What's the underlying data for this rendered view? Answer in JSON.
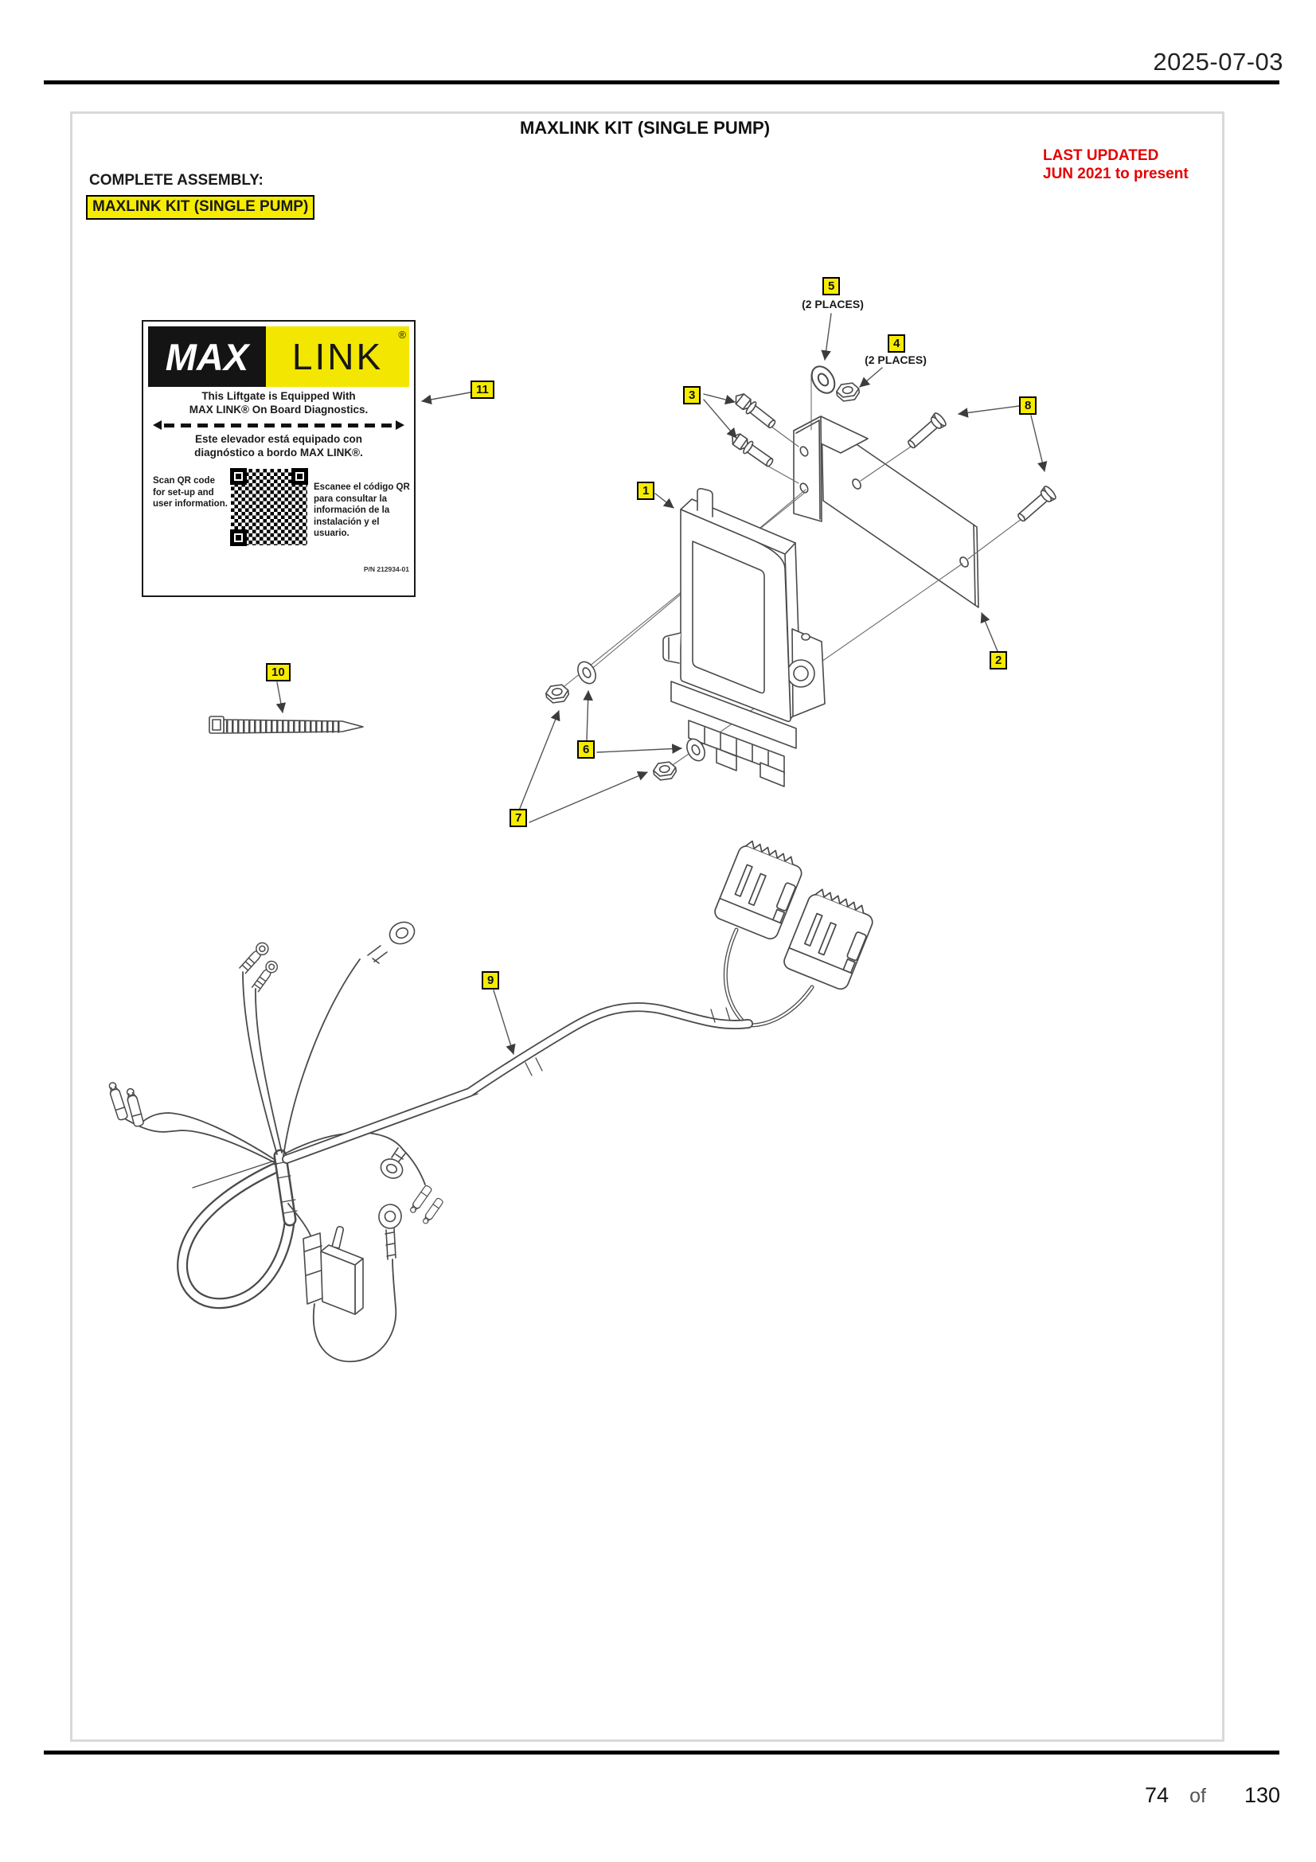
{
  "header": {
    "date": "2025-07-03"
  },
  "doc": {
    "title": "MAXLINK KIT (SINGLE PUMP)",
    "last_updated_line1": "LAST UPDATED",
    "last_updated_line2": "JUN 2021 to present",
    "assembly_heading": "COMPLETE ASSEMBLY:",
    "assembly_name": "MAXLINK KIT (SINGLE PUMP)"
  },
  "callouts": [
    {
      "num": "1"
    },
    {
      "num": "2"
    },
    {
      "num": "3"
    },
    {
      "num": "4"
    },
    {
      "num": "5"
    },
    {
      "num": "6"
    },
    {
      "num": "7"
    },
    {
      "num": "8"
    },
    {
      "num": "9"
    },
    {
      "num": "10"
    },
    {
      "num": "11"
    }
  ],
  "notes": {
    "places_item5": "(2 PLACES)",
    "places_item4": "(2 PLACES)"
  },
  "label": {
    "brand_left": "MAX",
    "brand_right": "LINK",
    "registered": "®",
    "line1_en": "This Liftgate is Equipped With",
    "line2_en": "MAX LINK® On Board Diagnostics.",
    "line1_es": "Este elevador está equipado con",
    "line2_es": "diagnóstico a bordo MAX LINK®.",
    "qr_caption_en": "Scan QR code for set-up and user information.",
    "qr_caption_es": "Escanee el código QR para consultar la información de la instalación y el usuario.",
    "part_number": "P/N 212934-01"
  },
  "footer": {
    "page": "74",
    "of": "of",
    "total": "130"
  },
  "colors": {
    "callout_yellow": "#f6ec00",
    "alert_red": "#e60000",
    "line_art": "#4a4a4a"
  }
}
